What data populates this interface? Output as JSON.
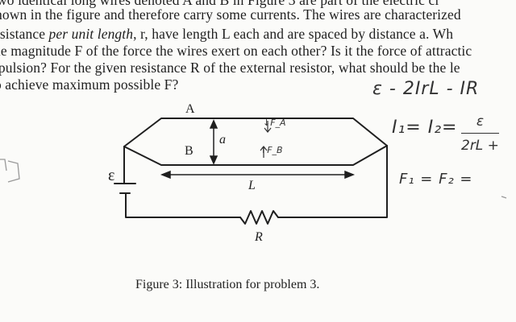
{
  "problem": {
    "line0": "wo identical long wires denoted A and B in Figure 3 are part of the electric ci",
    "line1": "hown in the figure and therefore carry some currents.  The wires are characterized",
    "line2_a": "esistance ",
    "line2_b": "per unit length",
    "line2_c": ", r, have length L each and are spaced by distance a.  Wh",
    "line3": "he magnitude F of the force the wires exert on each other?  Is it the force of attractic",
    "line4": "epulsion?  For the given resistance R of the external resistor, what should be the le",
    "line5": " to achieve maximum possible F?"
  },
  "figure": {
    "label_A": "A",
    "label_B": "B",
    "label_a": "a",
    "label_L": "L",
    "label_R": "R",
    "label_emf": "ε",
    "caption": "Figure 3: Illustration for problem 3."
  },
  "handwriting": {
    "emf_eq": "ε - 2IrL - IR",
    "current_eq": "I₁= I₂=",
    "fraction_num": "ε",
    "fraction_den": "2rL +",
    "force_eq": "F₁ = F₂ =",
    "current_label_A": "↓F_A",
    "current_label_B": "↑F_B"
  },
  "colors": {
    "ink": "#1f1f1f",
    "pencil": "#333333",
    "paper": "#fbfbf9"
  }
}
